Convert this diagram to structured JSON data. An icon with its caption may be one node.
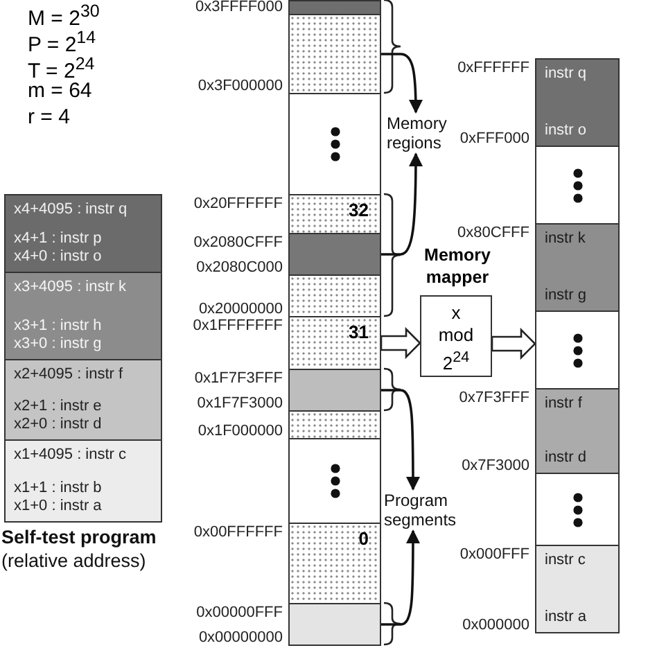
{
  "diagram": {
    "nodes": [
      {
        "text": [
          "Self-test program",
          "(relative address)"
        ]
      },
      {
        "text": [
          "x4+4095 : instr q",
          "x4+1 : instr p",
          "x4+0 : instr o"
        ],
        "in": 0
      },
      {
        "text": [
          "x3+4095 : instr k",
          "x3+1 : instr h",
          "x3+0 : instr g"
        ],
        "in": 0
      },
      {
        "text": [
          "x2+4095 : instr f",
          "x2+1 : instr e",
          "x2+0 : instr d"
        ],
        "in": 0
      },
      {
        "text": [
          "x1+4095 : instr c",
          "x1+1 : instr b",
          "x1+0 : instr a"
        ],
        "in": 0
      },
      {
        "text": [],
        "shape": "box",
        "beside": [
          "0x3FFFF000"
        ]
      },
      {
        "text": [],
        "shape": "box",
        "beside": [
          "0x3F000000"
        ]
      },
      {
        "text": [],
        "shape": "box"
      },
      {
        "text": [
          "32"
        ],
        "beside": [
          "0x20FFFFFF"
        ]
      },
      {
        "text": [],
        "shape": "box",
        "beside": [
          "0x2080CFFF",
          "0x2080C000"
        ]
      },
      {
        "text": [],
        "shape": "box",
        "beside": [
          "0x20000000"
        ]
      },
      {
        "text": [
          "31"
        ],
        "beside": [
          "0x1FFFFFFF"
        ]
      },
      {
        "text": [],
        "shape": "box",
        "beside": [
          "0x1F7F3FFF",
          "0x1F7F3000"
        ]
      },
      {
        "text": [],
        "shape": "box",
        "beside": [
          "0x1F000000"
        ]
      },
      {
        "text": [],
        "shape": "box"
      },
      {
        "text": [
          "0"
        ],
        "beside": [
          "0x00FFFFFF"
        ]
      },
      {
        "text": [],
        "shape": "box",
        "beside": [
          "0x00000FFF",
          "0x00000000"
        ]
      },
      {
        "text": [
          "Memory regions"
        ]
      },
      {
        "text": [
          "Program segments"
        ]
      },
      {
        "text": [
          "Memory mapper",
          "x mod 2$^{24}$"
        ]
      },
      {
        "text": [
          "instr q",
          "instr o"
        ],
        "beside": [
          "0xFFFFFF",
          "0xFFF000"
        ]
      },
      {
        "text": [],
        "shape": "box"
      },
      {
        "text": [
          "instr k",
          "instr g"
        ],
        "beside": [
          "0x80CFFF"
        ]
      },
      {
        "text": [],
        "shape": "box"
      },
      {
        "text": [
          "instr f",
          "instr d"
        ],
        "beside": [
          "0x7F3FFF",
          "0x7F3000"
        ]
      },
      {
        "text": [],
        "shape": "box"
      },
      {
        "text": [
          "instr c",
          "instr a"
        ],
        "beside": [
          "0x000FFF",
          "0x000000"
        ]
      }
    ],
    "edges": [
      {
        "from": 6,
        "to": 17,
        "arrow": "to"
      },
      {
        "from": 9,
        "to": 17,
        "arrow": "to"
      },
      {
        "from": 12,
        "to": 18,
        "arrow": "to"
      },
      {
        "from": 16,
        "to": 18,
        "arrow": "to"
      },
      {
        "from": 11,
        "to": 19,
        "arrow": "to",
        "style": "thick"
      },
      {
        "from": 19,
        "to": 23,
        "arrow": "to",
        "style": "thick"
      }
    ],
    "labels": [
      "M = 2$^{30}$",
      "P = 2$^{14}$",
      "T = 2$^{24}$",
      "m = 64",
      "r = 4"
    ]
  }
}
